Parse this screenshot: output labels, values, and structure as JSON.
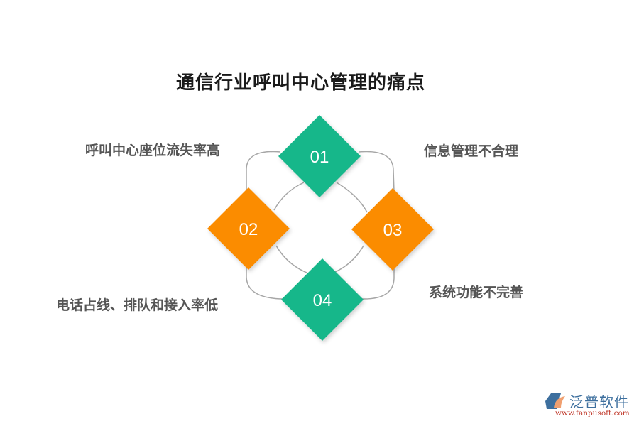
{
  "title": "通信行业呼叫中心管理的痛点",
  "items": [
    {
      "num": "01",
      "label": "呼叫中心座位流失率高",
      "color": "#13b78a"
    },
    {
      "num": "02",
      "label": "电话占线、排队和接入率低",
      "color": "#fb8c00"
    },
    {
      "num": "03",
      "label": "信息管理不合理",
      "color": "#fb8c00"
    },
    {
      "num": "04",
      "label": "系统功能不完善",
      "color": "#13b78a"
    }
  ],
  "colors": {
    "green": "#13b78a",
    "orange": "#fb8c00",
    "line": "#a6a6a6",
    "text": "#555555"
  },
  "logo": {
    "name": "泛普软件",
    "url": "www.fanpusoft.com",
    "icon": "fanpu-logo-icon"
  }
}
